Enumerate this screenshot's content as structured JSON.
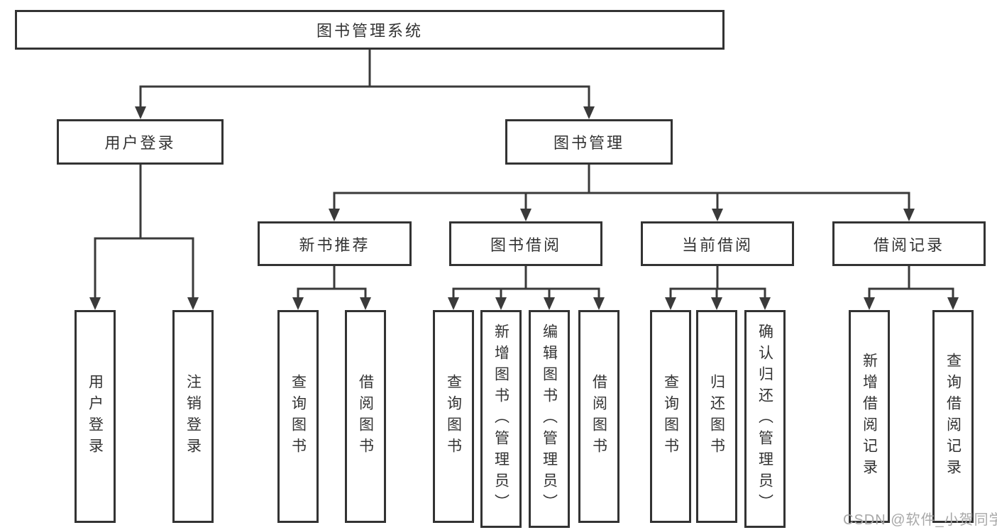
{
  "diagram": {
    "root": {
      "label": "图书管理系统"
    },
    "branches": {
      "user_login": {
        "label": "用户登录",
        "children": {
          "login": {
            "label": "用户登录"
          },
          "logout": {
            "label": "注销登录"
          }
        }
      },
      "book_management": {
        "label": "图书管理",
        "children": {
          "new_book_recommend": {
            "label": "新书推荐",
            "children": {
              "query_books": {
                "label": "查询图书"
              },
              "borrow_books": {
                "label": "借阅图书"
              }
            }
          },
          "book_borrowing": {
            "label": "图书借阅",
            "children": {
              "query_books": {
                "label": "查询图书"
              },
              "add_books_admin": {
                "label": "新增图书（管理员）"
              },
              "edit_books_admin": {
                "label": "编辑图书（管理员）"
              },
              "borrow_books": {
                "label": "借阅图书"
              }
            }
          },
          "current_borrowing": {
            "label": "当前借阅",
            "children": {
              "query_books": {
                "label": "查询图书"
              },
              "return_books": {
                "label": "归还图书"
              },
              "confirm_return_admin": {
                "label": "确认归还（管理员）"
              }
            }
          },
          "borrowing_records": {
            "label": "借阅记录",
            "children": {
              "add_borrow_record": {
                "label": "新增借阅记录"
              },
              "query_borrow_record": {
                "label": "查询借阅记录"
              }
            }
          }
        }
      }
    }
  },
  "watermark": {
    "text": "CSDN @软件_小贺同学"
  },
  "colors": {
    "line": "#3a3a3a",
    "box_border": "#333333",
    "text": "#333333",
    "background": "#ffffff",
    "watermark": "#a8a8a8"
  }
}
